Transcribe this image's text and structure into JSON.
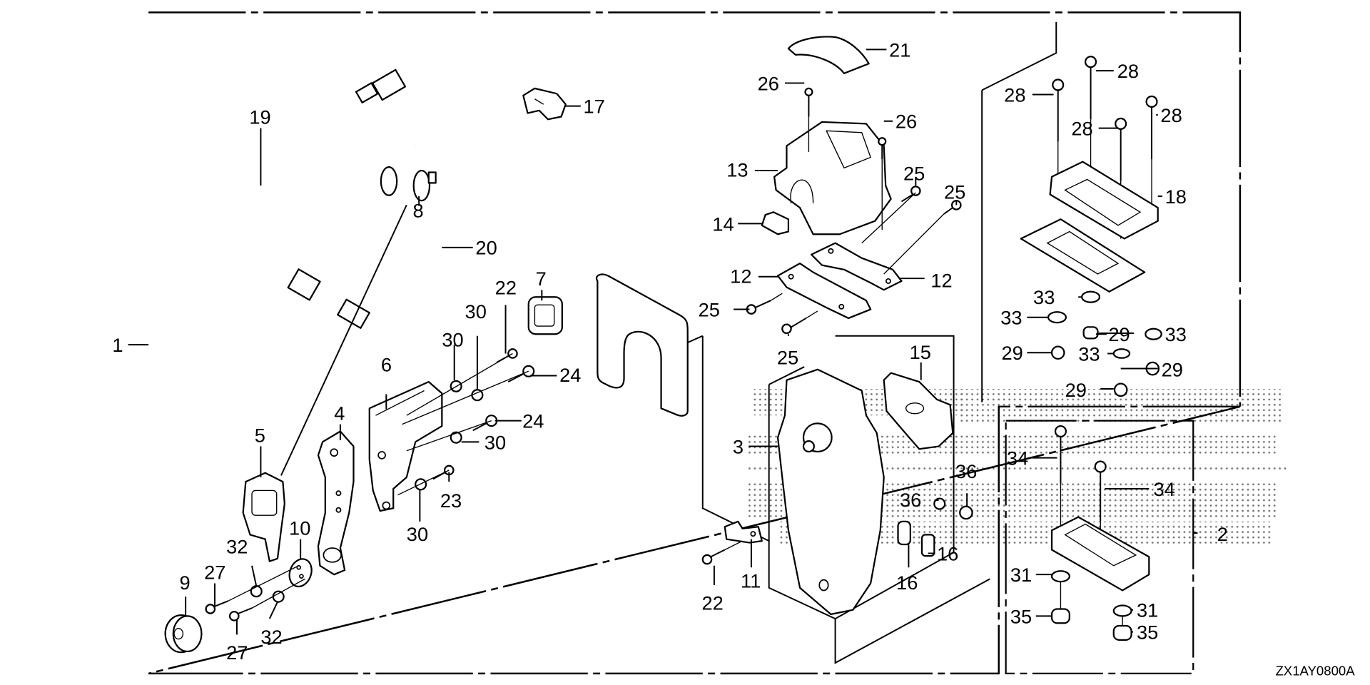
{
  "diagram": {
    "type": "exploded parts diagram",
    "drawing_code": "ZX1AY0800A",
    "line_color": "#000000",
    "background_color": "#ffffff",
    "halftone_color": "#9a9a9a"
  },
  "callouts": [
    {
      "id": "c1",
      "label": "1"
    },
    {
      "id": "c2",
      "label": "2"
    },
    {
      "id": "c3",
      "label": "3"
    },
    {
      "id": "c4",
      "label": "4"
    },
    {
      "id": "c5",
      "label": "5"
    },
    {
      "id": "c6",
      "label": "6"
    },
    {
      "id": "c7",
      "label": "7"
    },
    {
      "id": "c8",
      "label": "8"
    },
    {
      "id": "c9",
      "label": "9"
    },
    {
      "id": "c10",
      "label": "10"
    },
    {
      "id": "c11",
      "label": "11"
    },
    {
      "id": "c12a",
      "label": "12"
    },
    {
      "id": "c12b",
      "label": "12"
    },
    {
      "id": "c13",
      "label": "13"
    },
    {
      "id": "c14",
      "label": "14"
    },
    {
      "id": "c15",
      "label": "15"
    },
    {
      "id": "c16a",
      "label": "16"
    },
    {
      "id": "c16b",
      "label": "16"
    },
    {
      "id": "c17",
      "label": "17"
    },
    {
      "id": "c18",
      "label": "18"
    },
    {
      "id": "c19",
      "label": "19"
    },
    {
      "id": "c20",
      "label": "20"
    },
    {
      "id": "c21",
      "label": "21"
    },
    {
      "id": "c22a",
      "label": "22"
    },
    {
      "id": "c22b",
      "label": "22"
    },
    {
      "id": "c23",
      "label": "23"
    },
    {
      "id": "c24a",
      "label": "24"
    },
    {
      "id": "c24b",
      "label": "24"
    },
    {
      "id": "c25a",
      "label": "25"
    },
    {
      "id": "c25b",
      "label": "25"
    },
    {
      "id": "c25c",
      "label": "25"
    },
    {
      "id": "c25d",
      "label": "25"
    },
    {
      "id": "c26a",
      "label": "26"
    },
    {
      "id": "c26b",
      "label": "26"
    },
    {
      "id": "c27a",
      "label": "27"
    },
    {
      "id": "c27b",
      "label": "27"
    },
    {
      "id": "c28a",
      "label": "28"
    },
    {
      "id": "c28b",
      "label": "28"
    },
    {
      "id": "c28c",
      "label": "28"
    },
    {
      "id": "c28d",
      "label": "28"
    },
    {
      "id": "c29a",
      "label": "29"
    },
    {
      "id": "c29b",
      "label": "29"
    },
    {
      "id": "c29c",
      "label": "29"
    },
    {
      "id": "c29d",
      "label": "29"
    },
    {
      "id": "c30a",
      "label": "30"
    },
    {
      "id": "c30b",
      "label": "30"
    },
    {
      "id": "c30c",
      "label": "30"
    },
    {
      "id": "c30d",
      "label": "30"
    },
    {
      "id": "c31a",
      "label": "31"
    },
    {
      "id": "c31b",
      "label": "31"
    },
    {
      "id": "c32a",
      "label": "32"
    },
    {
      "id": "c32b",
      "label": "32"
    },
    {
      "id": "c33a",
      "label": "33"
    },
    {
      "id": "c33b",
      "label": "33"
    },
    {
      "id": "c33c",
      "label": "33"
    },
    {
      "id": "c33d",
      "label": "33"
    },
    {
      "id": "c34a",
      "label": "34"
    },
    {
      "id": "c34b",
      "label": "34"
    },
    {
      "id": "c35a",
      "label": "35"
    },
    {
      "id": "c35b",
      "label": "35"
    },
    {
      "id": "c36a",
      "label": "36"
    },
    {
      "id": "c36b",
      "label": "36"
    }
  ]
}
